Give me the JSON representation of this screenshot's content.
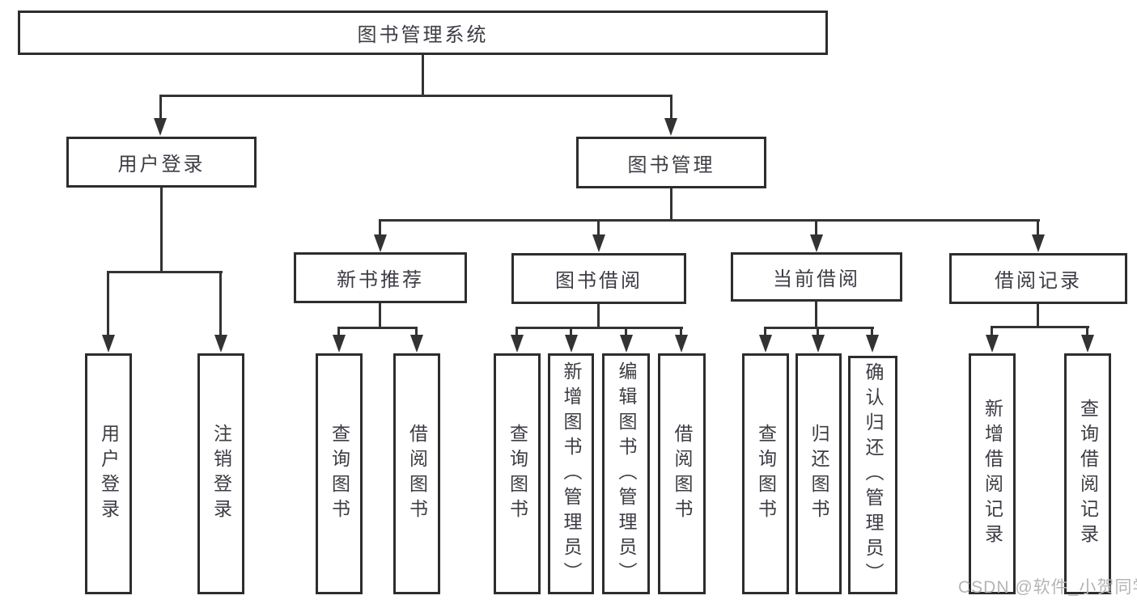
{
  "title": "图书管理系统",
  "watermark": "CSDN @软件_小贺同学",
  "colors": {
    "line": "#333333",
    "box_border": "#2d2d2d",
    "text": "#3c3c44",
    "watermark": "#b5b5b5",
    "background": "#ffffff"
  },
  "nodes": {
    "root": {
      "label": "图书管理系统"
    },
    "user_login_branch": {
      "label": "用户登录"
    },
    "book_management": {
      "label": "图书管理"
    },
    "new_book_recommend": {
      "label": "新书推荐"
    },
    "book_borrow": {
      "label": "图书借阅"
    },
    "current_borrow": {
      "label": "当前借阅"
    },
    "borrow_records": {
      "label": "借阅记录"
    },
    "leaves": [
      {
        "label": "用户登录"
      },
      {
        "label": "注销登录"
      },
      {
        "label": "查询图书"
      },
      {
        "label": "借阅图书"
      },
      {
        "label": "查询图书"
      },
      {
        "label": "新增图书（管理员）"
      },
      {
        "label": "编辑图书（管理员）"
      },
      {
        "label": "借阅图书"
      },
      {
        "label": "查询图书"
      },
      {
        "label": "归还图书"
      },
      {
        "label": "确认归还（管理员）"
      },
      {
        "label": "新增借阅记录"
      },
      {
        "label": "查询借阅记录"
      }
    ]
  }
}
